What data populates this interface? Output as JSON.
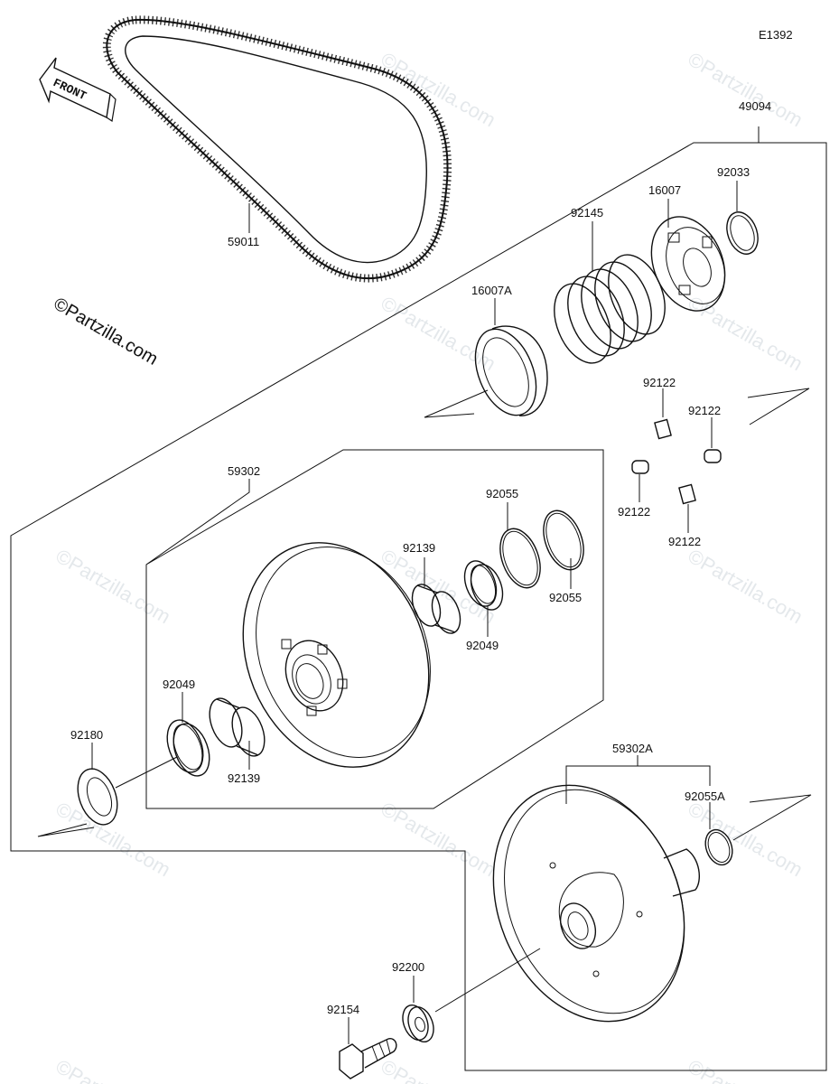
{
  "diagram": {
    "code": "E1392",
    "front_label": "FRONT",
    "copyright": "©Partzilla.com",
    "watermark": "©Partzilla.com",
    "parts": {
      "p49094": "49094",
      "p92033": "92033",
      "p16007": "16007",
      "p92145": "92145",
      "p16007A": "16007A",
      "p59011": "59011",
      "p92122a": "92122",
      "p92122b": "92122",
      "p92122c": "92122",
      "p92122d": "92122",
      "p59302": "59302",
      "p92055a": "92055",
      "p92055b": "92055",
      "p92139a": "92139",
      "p92049a": "92049",
      "p92049b": "92049",
      "p92139b": "92139",
      "p92180": "92180",
      "p59302A": "59302A",
      "p92055A": "92055A",
      "p92200": "92200",
      "p92154": "92154"
    }
  }
}
